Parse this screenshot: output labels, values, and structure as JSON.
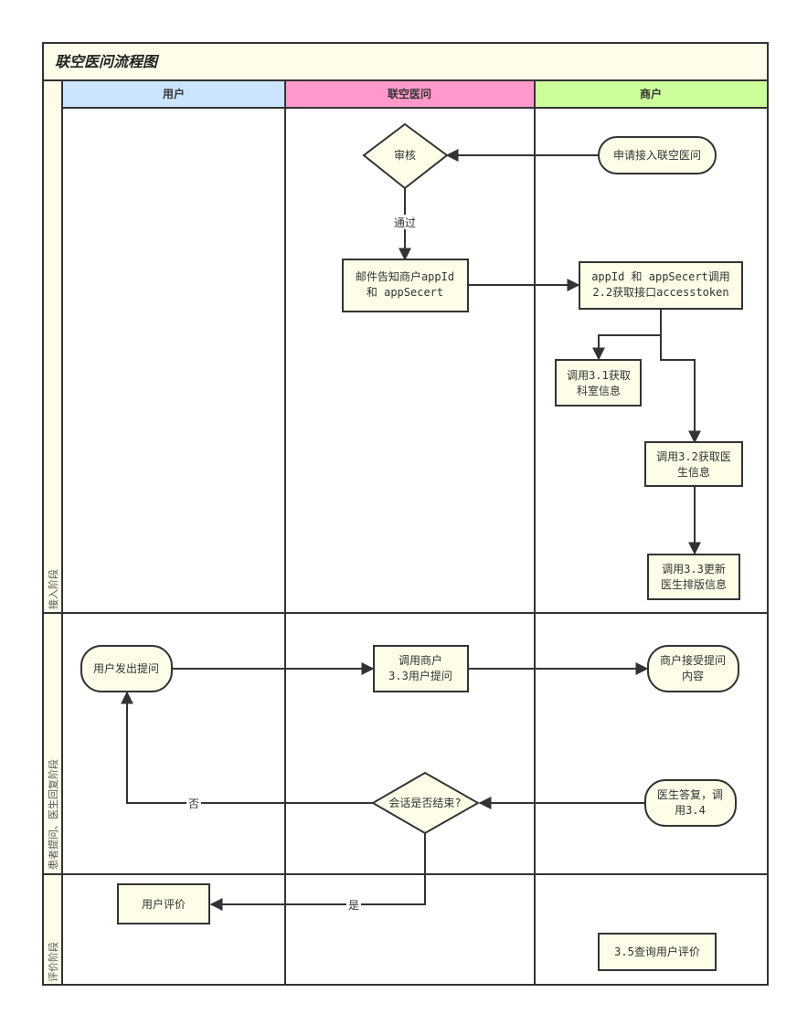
{
  "title": "联空医问流程图",
  "colors": {
    "title_bg": "#fdfdea",
    "lane_user": "#cce5ff",
    "lane_lianku": "#ff99cc",
    "lane_merchant": "#ccff99",
    "phase_bg": "#fdfdea",
    "node_fill": "#fdfde8",
    "stroke": "#333333"
  },
  "lanes": [
    {
      "id": "user",
      "label": "用户"
    },
    {
      "id": "lianku",
      "label": "联空医问"
    },
    {
      "id": "merchant",
      "label": "商户"
    }
  ],
  "phases": [
    {
      "id": "access",
      "label": "接入阶段"
    },
    {
      "id": "qa",
      "label": "患者提问、医生回复阶段"
    },
    {
      "id": "review",
      "label": "评价阶段"
    }
  ],
  "nodes": {
    "apply": {
      "shape": "terminator",
      "lines": [
        "申请接入联空医问"
      ]
    },
    "review_check": {
      "shape": "decision",
      "lines": [
        "审核"
      ]
    },
    "email": {
      "shape": "process",
      "lines": [
        "邮件告知商户appId",
        "和 appSecert"
      ]
    },
    "get_token": {
      "shape": "process",
      "lines": [
        "appId 和 appSecert调用",
        "2.2获取接口accesstoken"
      ]
    },
    "dept_info": {
      "shape": "process",
      "lines": [
        "调用3.1获取",
        "科室信息"
      ]
    },
    "doctor_info": {
      "shape": "process",
      "lines": [
        "调用3.2获取医",
        "生信息"
      ]
    },
    "schedule": {
      "shape": "process",
      "lines": [
        "调用3.3更新",
        "医生排版信息"
      ]
    },
    "user_ask": {
      "shape": "terminator",
      "lines": [
        "用户发出提问"
      ]
    },
    "call_ask": {
      "shape": "process",
      "lines": [
        "调用商户",
        "3.3用户提问"
      ]
    },
    "merchant_receive": {
      "shape": "terminator",
      "lines": [
        "商户接受提问",
        "内容"
      ]
    },
    "doctor_reply": {
      "shape": "terminator",
      "lines": [
        "医生答复，调",
        "用3.4"
      ]
    },
    "session_end": {
      "shape": "decision",
      "lines": [
        "会话是否结束?"
      ]
    },
    "user_rate": {
      "shape": "process",
      "lines": [
        "用户评价"
      ]
    },
    "query_rate": {
      "shape": "process",
      "lines": [
        "3.5查询用户评价"
      ]
    }
  },
  "edges": [
    {
      "from": "apply",
      "to": "review_check",
      "label": ""
    },
    {
      "from": "review_check",
      "to": "email",
      "label": "通过"
    },
    {
      "from": "email",
      "to": "get_token",
      "label": ""
    },
    {
      "from": "get_token",
      "to": "dept_info",
      "label": ""
    },
    {
      "from": "get_token",
      "to": "doctor_info",
      "label": ""
    },
    {
      "from": "doctor_info",
      "to": "schedule",
      "label": ""
    },
    {
      "from": "user_ask",
      "to": "call_ask",
      "label": ""
    },
    {
      "from": "call_ask",
      "to": "merchant_receive",
      "label": ""
    },
    {
      "from": "doctor_reply",
      "to": "session_end",
      "label": ""
    },
    {
      "from": "session_end",
      "to": "user_ask",
      "label": "否"
    },
    {
      "from": "session_end",
      "to": "user_rate",
      "label": "是"
    }
  ]
}
